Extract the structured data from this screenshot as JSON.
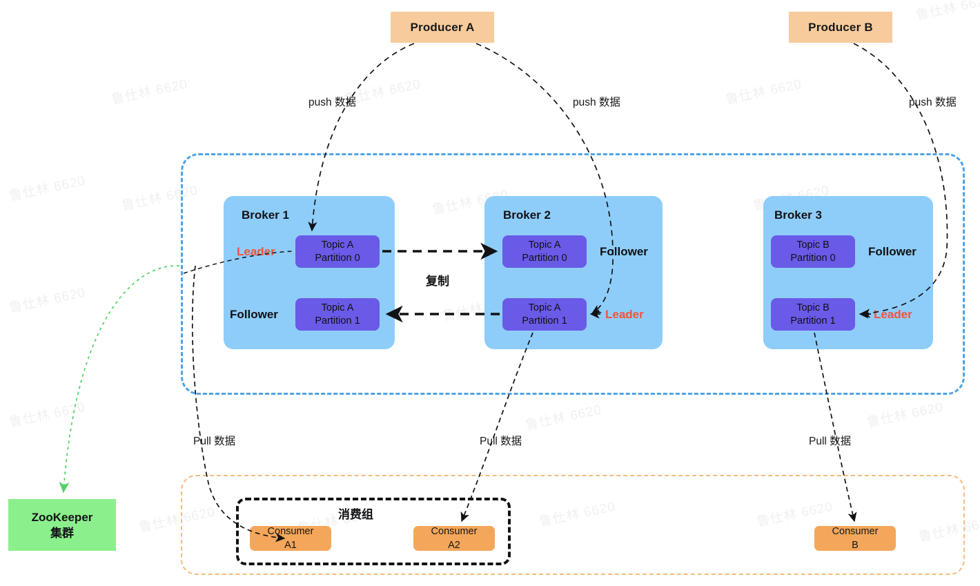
{
  "diagram": {
    "title": "Kafka Cluster Architecture",
    "watermark_text": "鲁仕林 6620"
  },
  "colors": {
    "producer_bg": "#f8cb9c",
    "broker_bg": "#8ecdfa",
    "partition_bg": "#6a5ae8",
    "consumer_bg": "#f4a65a",
    "zookeeper_bg": "#8bef8b",
    "cluster_border": "#4ea3e8",
    "consumers_border": "#f3bc7e",
    "group_border": "#111215",
    "leader_text": "#f4513c",
    "follower_text": "#0f1012",
    "arrow": "#111215",
    "zk_arrow": "#56d169"
  },
  "producers": [
    {
      "id": "producer-a",
      "label": "Producer A"
    },
    {
      "id": "producer-b",
      "label": "Producer B"
    }
  ],
  "brokers": [
    {
      "id": "broker-1",
      "title": "Broker 1",
      "partitions": [
        {
          "topic": "Topic A",
          "partition": "Partition 0",
          "role": "Leader",
          "role_type": "leader"
        },
        {
          "topic": "Topic A",
          "partition": "Partition 1",
          "role": "Follower",
          "role_type": "follower"
        }
      ]
    },
    {
      "id": "broker-2",
      "title": "Broker 2",
      "partitions": [
        {
          "topic": "Topic A",
          "partition": "Partition 0",
          "role": "Follower",
          "role_type": "follower"
        },
        {
          "topic": "Topic A",
          "partition": "Partition 1",
          "role": "Leader",
          "role_type": "leader"
        }
      ]
    },
    {
      "id": "broker-3",
      "title": "Broker 3",
      "partitions": [
        {
          "topic": "Topic B",
          "partition": "Partition 0",
          "role": "Follower",
          "role_type": "follower"
        },
        {
          "topic": "Topic B",
          "partition": "Partition 1",
          "role": "Leader",
          "role_type": "leader"
        }
      ]
    }
  ],
  "labels": {
    "replicate": "复制",
    "consumer_group": "消费组",
    "push_1": "push 数据",
    "push_2": "push 数据",
    "push_3": "push 数据",
    "pull_1": "Pull 数据",
    "pull_2": "Pull 数据",
    "pull_3": "Pull 数据"
  },
  "consumers": [
    {
      "id": "consumer-a1",
      "line1": "Consumer",
      "line2": "A1",
      "in_group": true
    },
    {
      "id": "consumer-a2",
      "line1": "Consumer",
      "line2": "A2",
      "in_group": true
    },
    {
      "id": "consumer-b",
      "line1": "Consumer",
      "line2": "B",
      "in_group": false
    }
  ],
  "zookeeper": {
    "line1": "ZooKeeper",
    "line2": "集群"
  }
}
